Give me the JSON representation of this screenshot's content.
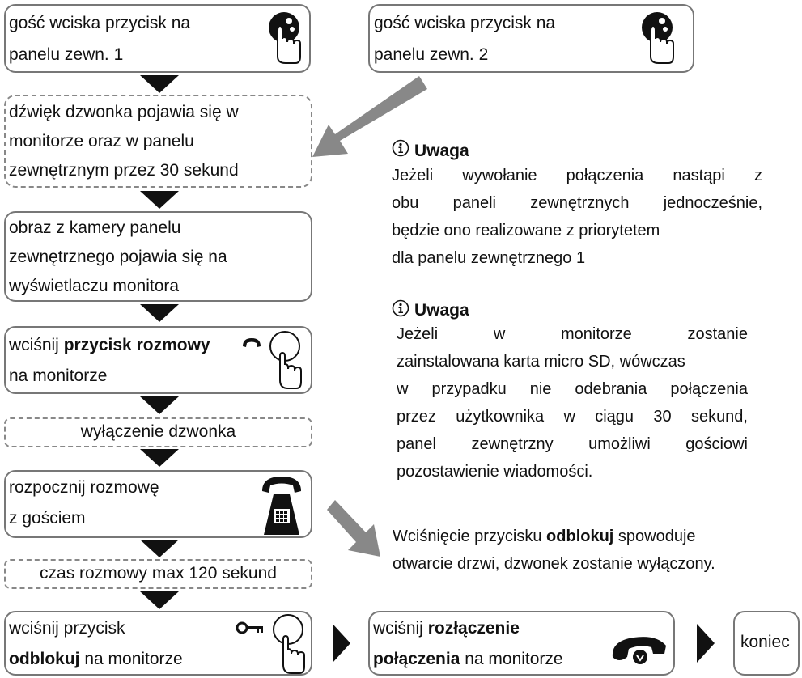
{
  "flow": {
    "step1": [
      "gość wciska przycisk na",
      "panelu zewn. 1"
    ],
    "step2": [
      "gość wciska przycisk na",
      "panelu zewn. 2"
    ],
    "step3": [
      "dźwięk dzwonka pojawia się w",
      "monitorze oraz w panelu",
      "zewnętrznym przez 30 sekund"
    ],
    "step4": [
      "obraz z kamery panelu",
      "zewnętrznego pojawia się na",
      "wyświetlaczu monitora"
    ],
    "step5": {
      "pre": "wciśnij ",
      "bold": "przycisk rozmowy",
      "line2": "na monitorze"
    },
    "step6": "wyłączenie dzwonka",
    "step7": [
      "rozpocznij rozmowę",
      "z gościem"
    ],
    "step8": "czas rozmowy max 120 sekund",
    "step9": {
      "line1": "wciśnij przycisk",
      "bold": "odblokuj",
      "post": " na monitorze"
    },
    "step10": {
      "bold1": "rozłączenie",
      "pre": "wciśnij ",
      "bold2": "połączenia",
      "post": " na monitorze"
    },
    "step11": "koniec"
  },
  "notes": [
    {
      "title": "Uwaga",
      "lines": [
        "Jeżeli wywołanie połączenia nastąpi z",
        "obu paneli zewnętrznych jednocześnie,",
        "będzie ono realizowane z priorytetem",
        "dla panelu zewnętrznego 1"
      ]
    },
    {
      "title": "Uwaga",
      "lines": [
        "Jeżeli w monitorze zostanie",
        "zainstalowana karta micro SD, wówczas",
        "w przypadku nie odebrania połączenia",
        "przez użytkownika w ciągu 30 sekund,",
        "panel zewnętrzny umożliwi gościowi",
        "pozostawienie wiadomości."
      ]
    }
  ],
  "unlock_note": {
    "pre": "Wciśnięcie przycisku ",
    "bold": "odblokuj",
    "post": " spowoduje",
    "line2": "otwarcie drzwi, dzwonek zostanie wyłączony."
  },
  "colors": {
    "arrow": "#888888",
    "triangle": "#111111",
    "border": "#777777"
  },
  "icons": [
    "hand-press-call-icon",
    "hand-press-circle-icon",
    "handset-icon",
    "desk-phone-icon",
    "key-icon",
    "hangup-handset-icon",
    "info-icon"
  ]
}
